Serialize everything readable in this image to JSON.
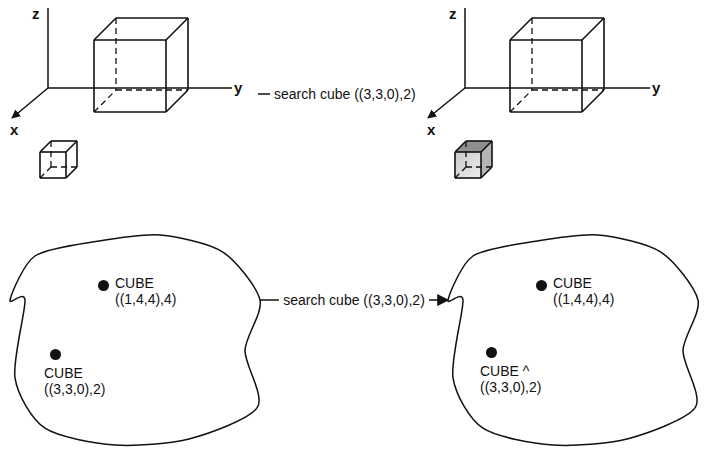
{
  "diagram": {
    "nodes": [
      {
        "text": []
      },
      {
        "text": [
          "CUBE",
          "((1,4,4),4)"
        ],
        "in": 0
      },
      {
        "text": [
          "CUBE",
          "((3,3,0),2)"
        ],
        "in": 0
      },
      {
        "text": []
      },
      {
        "text": [
          "CUBE",
          "((1,4,4),4)"
        ],
        "in": 3
      },
      {
        "text": [
          "CUBE ^",
          "((3,3,0),2)"
        ],
        "in": 3
      }
    ],
    "edges": [
      {
        "from": 0,
        "to": 3,
        "arrow": "to",
        "label": "search cube ((3,3,0),2)"
      }
    ],
    "labels": [
      "z",
      "y",
      "x",
      "search cube ((3,3,0),2)",
      "z",
      "y",
      "x"
    ]
  }
}
